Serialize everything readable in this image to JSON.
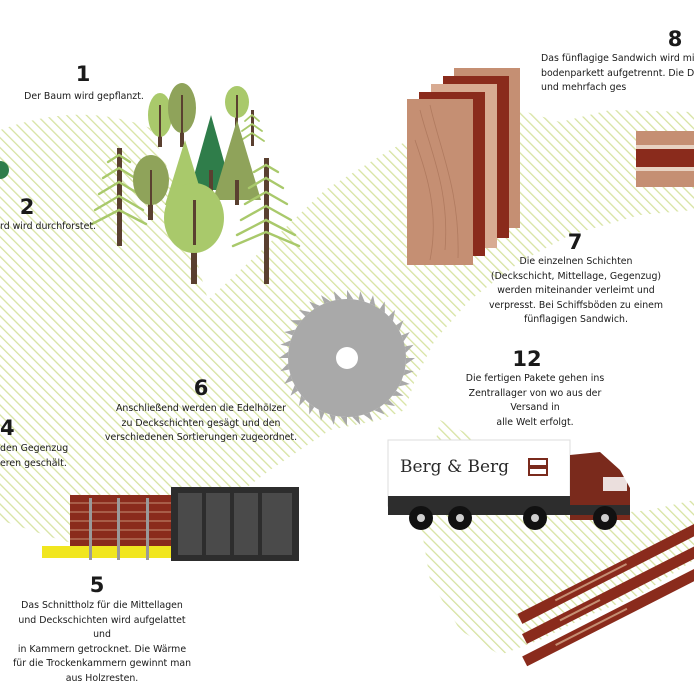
{
  "colors": {
    "hatch": "#d7e3a2",
    "tree_dark_green": "#2f7d4a",
    "tree_olive": "#8fa35a",
    "tree_light_green": "#a9c96b",
    "trunk": "#5a4030",
    "wood_dark": "#8a2b1c",
    "wood_light": "#c58f73",
    "blade_grey": "#a9a9a9",
    "kiln_dark": "#2d2d2d",
    "yellow": "#f1e61f",
    "brand_red": "#7a2a1c"
  },
  "steps": [
    {
      "number": "1",
      "text": "Der Baum wird gepflanzt."
    },
    {
      "number": "2",
      "text": "rd wird durchforstet."
    },
    {
      "number": "4",
      "text": "den Gegenzug\neren geschält."
    },
    {
      "number": "5",
      "text": "Das Schnittholz für die Mittellagen\nund Deckschichten wird aufgelattet und\nin Kammern getrocknet. Die Wärme\nfür die Trockenkammern gewinnt man\naus Holzresten."
    },
    {
      "number": "6",
      "text": "Anschließend werden die Edelhölzer\nzu Deckschichten gesägt und den\nverschiedenen Sortierungen zugeordnet."
    },
    {
      "number": "7",
      "text": "Die einzelnen Schichten\n(Deckschicht, Mittellage, Gegenzug)\nwerden miteinander verleimt und\nverpresst. Bei Schiffsböden zu einem\nfünflagigen Sandwich."
    },
    {
      "number": "8",
      "text": "Das fünflagige Sandwich wird mitt\nbodenparkett aufgetrennt. Die Di\nund mehrfach ges"
    },
    {
      "number": "12",
      "text": "Die fertigen Pakete gehen ins\nZentrallager von wo aus der Versand in\nalle Welt erfolgt."
    }
  ],
  "truck": {
    "brand": "Berg & Berg"
  }
}
